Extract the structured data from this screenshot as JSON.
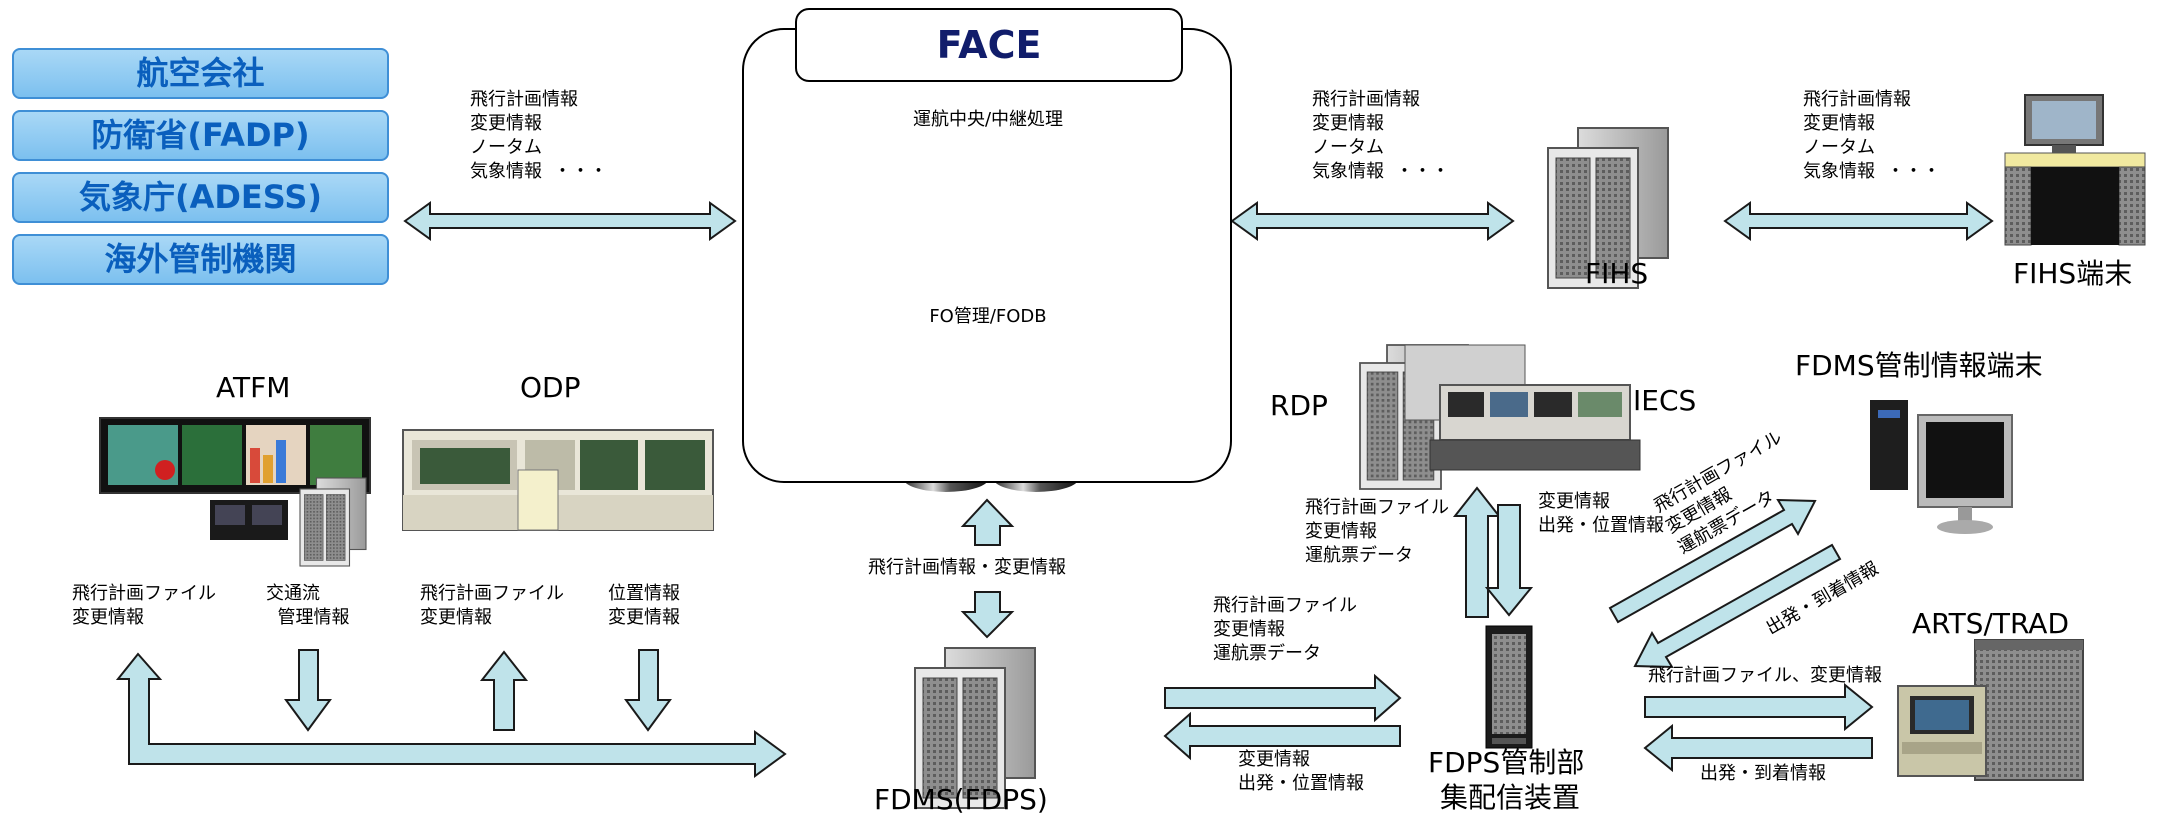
{
  "agencies": [
    "航空会社",
    "防衛省(FADP)",
    "気象庁(ADESS)",
    "海外管制機関"
  ],
  "face": {
    "title": "FACE",
    "center_label": "運航中央/中継処理",
    "db_label": "FO管理/FODB"
  },
  "nodes": {
    "atfm": "ATFM",
    "odp": "ODP",
    "fihs": "FIHS",
    "fihs_terminal": "FIHS端末",
    "rdp": "RDP",
    "iecs": "IECS",
    "fdms_terminal": "FDMS管制情報端末",
    "arts": "ARTS/TRAD",
    "fdms": "FDMS(FDPS)",
    "fdps_line1": "FDPS管制部",
    "fdps_line2": "集配信装置"
  },
  "labels": {
    "ext_info": "飛行計画情報\n変更情報\nノータム\n気象情報  ・・・",
    "fihs_info": "飛行計画情報\n変更情報\nノータム\n気象情報  ・・・",
    "term_info": "飛行計画情報\n変更情報\nノータム\n気象情報  ・・・",
    "fp_file_change_1": "飛行計画ファイル\n変更情報",
    "traffic_flow": "交通流\n  管理情報",
    "fp_file_change_2": "飛行計画ファイル\n変更情報",
    "position_change": "位置情報\n変更情報",
    "face_fdms": "飛行計画情報・変更情報",
    "fdms_to_fdps": "飛行計画ファイル\n変更情報\n運航票データ",
    "fdps_to_fdms": "変更情報\n出発・位置情報",
    "to_rdp": "飛行計画ファイル\n変更情報\n運航票データ",
    "from_rdp": "変更情報\n出発・位置情報",
    "to_terminal": "飛行計画ファイル\n変更情報\n運航票データ",
    "from_terminal": "出発・到着情報",
    "to_arts": "飛行計画ファイル、変更情報",
    "from_arts": "出発・到着情報"
  },
  "colors": {
    "arrow_fill": "#bfe3ea",
    "arrow_stroke": "#1a1a1a",
    "agency_text": "#0a5fbd",
    "face_title": "#111d6b"
  }
}
